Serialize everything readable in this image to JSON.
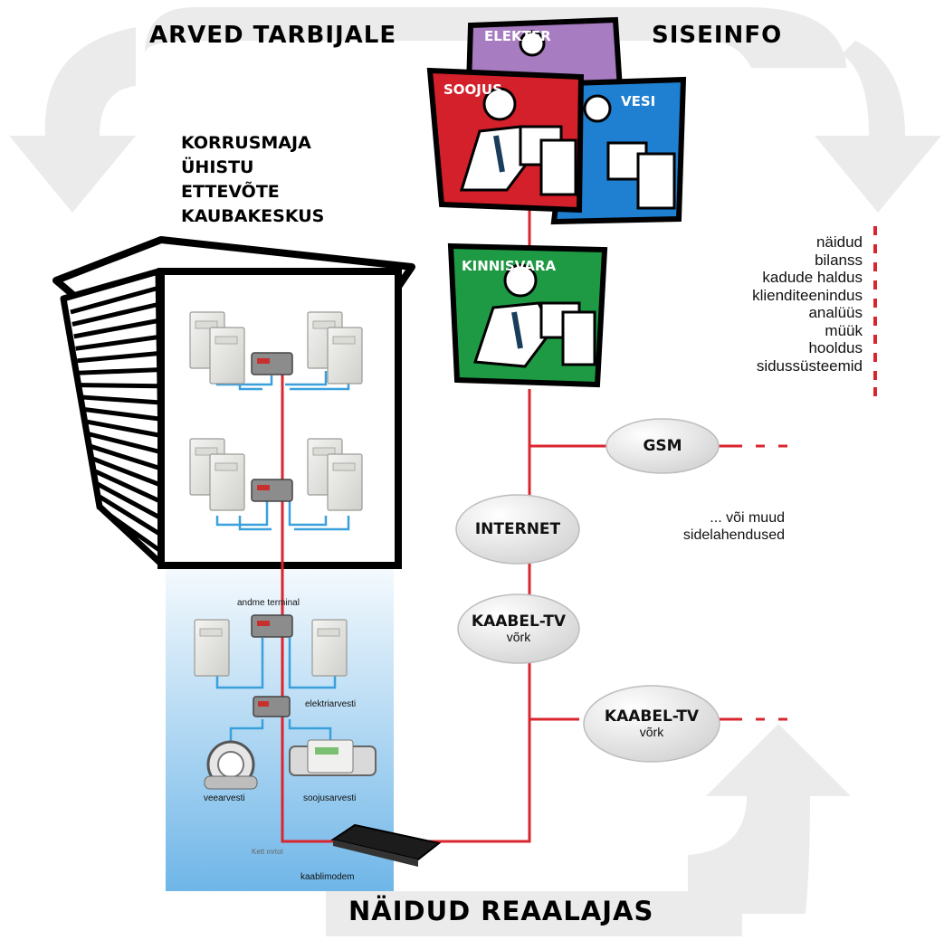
{
  "headings": {
    "top_left": "ARVED TARBIJALE",
    "top_right": "SISEINFO",
    "bottom": "NÄIDUD REAALAJAS"
  },
  "building_types": [
    "KORRUSMAJA",
    "ÜHISTU",
    "ETTEVÕTE",
    "KAUBAKESKUS"
  ],
  "departments": [
    "ELEKTER",
    "SOOJUS",
    "VESI",
    "KINNISVARA"
  ],
  "functions": [
    "näidud",
    "bilanss",
    "kadude haldus",
    "klienditeenindus",
    "analüüs",
    "müük",
    "hooldus",
    "sidussüsteemid"
  ],
  "network_nodes": {
    "gsm": "GSM",
    "internet": "INTERNET",
    "cable1_title": "KAABEL-TV",
    "cable1_sub": "võrk",
    "cable2_title": "KAABEL-TV",
    "cable2_sub": "võrk"
  },
  "note": [
    "... või muud",
    "sidelahendused"
  ],
  "device_labels": {
    "data_terminal": "andme terminal",
    "electricity_meter": "elektriarvesti",
    "water_meter": "veearvesti",
    "heat_meter": "soojusarvesti",
    "cable_modem": "kaablimodem",
    "cable_connector": "Kett mrtot"
  },
  "colors": {
    "link_red": "#d9252e",
    "arrow_grey": "#ebebeb",
    "basement_top": "#ffffff",
    "basement_bottom": "#6fb6e8",
    "wire_blue": "#3aa0dc",
    "dept_elekter": "#a77cc0",
    "dept_soojus": "#d4202a",
    "dept_vesi": "#1f7fd0",
    "dept_kinnisvara": "#1f9a44"
  }
}
